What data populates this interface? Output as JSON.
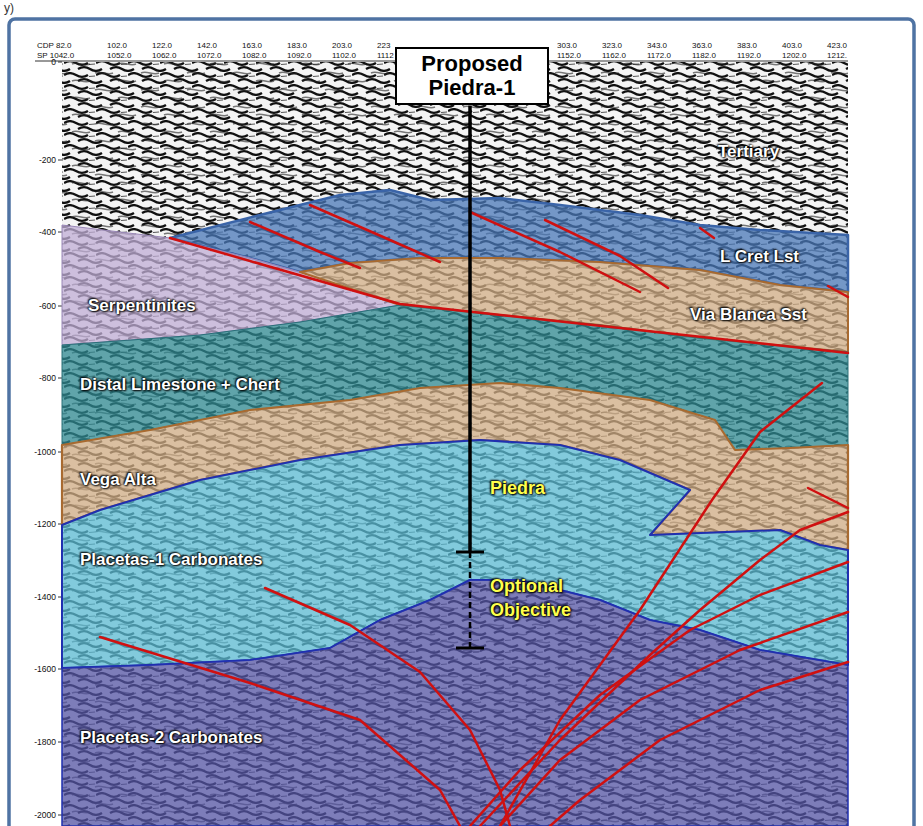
{
  "diagram": {
    "nodes": [
      {
        "text": [
          "Proposed Piedra-1"
        ]
      },
      {
        "text": [
          "Tertiary"
        ]
      },
      {
        "text": [
          "L Cret Lst"
        ]
      },
      {
        "text": [
          "Serpentinites"
        ]
      },
      {
        "text": [
          "Via Blanca Sst"
        ]
      },
      {
        "text": [
          "Distal Limestone + Chert"
        ]
      },
      {
        "text": [
          "Vega Alta"
        ]
      },
      {
        "text": [
          "Placetas-1 Carbonates"
        ]
      },
      {
        "text": [
          "Placetas-2 Carbonates"
        ]
      }
    ],
    "labels": [
      "y)",
      "CDP 82.0",
      "SP 1042.0",
      "102.0",
      "1052.0",
      "122.0",
      "1062.0",
      "142.0",
      "1072.0",
      "163.0",
      "1082.0",
      "183.0",
      "1092.0",
      "203.0",
      "1102.0",
      "223",
      "1112",
      "303.0",
      "1152.0",
      "323.0",
      "1162.0",
      "343.0",
      "1172.0",
      "363.0",
      "1182.0",
      "383.0",
      "1192.0",
      "403.0",
      "1202.0",
      "423.0",
      "1212.",
      "0",
      "-200",
      "-400",
      "-600",
      "-800",
      "-1000",
      "-1200",
      "-1400",
      "-1600",
      "-1800",
      "-2000",
      "Piedra",
      "Optional Objective"
    ]
  }
}
